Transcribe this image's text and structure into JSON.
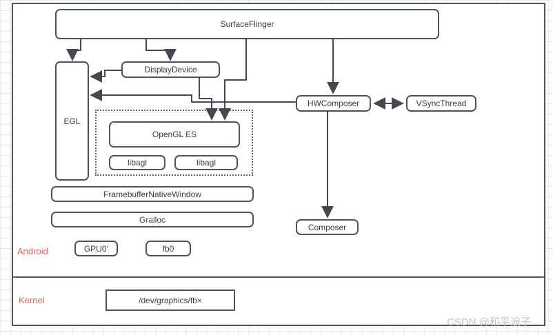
{
  "nodes": {
    "surfaceflinger": "SurfaceFlinger",
    "egl": "EGL",
    "displaydevice": "DisplayDevice",
    "hwcomposer": "HWComposer",
    "vsyncthread": "VSyncThread",
    "opengl_es": "OpenGL ES",
    "libagl_1": "libagl",
    "libagl_2": "libagl",
    "framebuffer_native_window": "FramebufferNativeWindow",
    "gralloc": "Gralloc",
    "gpu0": "GPU0‘",
    "fb0": "fb0",
    "composer": "Composer",
    "dev_graphics_fb": "/dev/graphics/fb×"
  },
  "sections": {
    "android_label": "Android",
    "kernel_label": "Kernel"
  },
  "edges": [
    {
      "from": "SurfaceFlinger",
      "to": "EGL",
      "arrow": "end"
    },
    {
      "from": "SurfaceFlinger",
      "to": "DisplayDevice",
      "arrow": "end"
    },
    {
      "from": "SurfaceFlinger",
      "to": "OpenGL ES",
      "arrow": "end"
    },
    {
      "from": "SurfaceFlinger",
      "to": "HWComposer",
      "arrow": "end"
    },
    {
      "from": "DisplayDevice",
      "to": "EGL",
      "arrow": "end"
    },
    {
      "from": "DisplayDevice",
      "to": "OpenGL ES",
      "arrow": "end"
    },
    {
      "from": "HWComposer",
      "to": "EGL",
      "arrow": "end"
    },
    {
      "from": "HWComposer",
      "to": "VSyncThread",
      "arrow": "both"
    },
    {
      "from": "HWComposer",
      "to": "Composer",
      "arrow": "end"
    }
  ],
  "colors": {
    "stroke": "#4d545b",
    "node_text": "#383e43",
    "section_label": "#ea6161",
    "watermark": "#c3c4c6"
  },
  "watermark": "CSDN @和平浪子"
}
